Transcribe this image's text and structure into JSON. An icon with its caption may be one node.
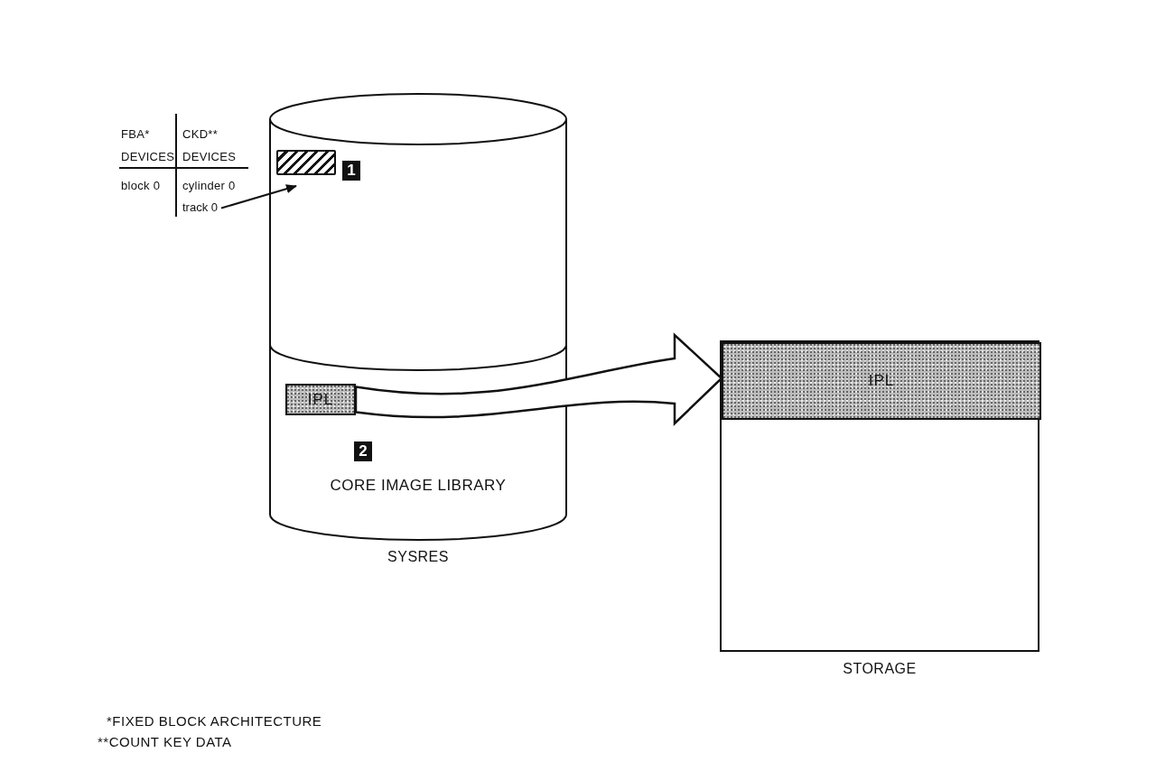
{
  "diagram": {
    "nodes": [
      {
        "text": [
          "SYSRES"
        ]
      },
      {
        "text": [],
        "shape": "box",
        "in": 0
      },
      {
        "text": [
          "track 0"
        ]
      },
      {
        "text": [
          "IPL"
        ],
        "in": 0
      },
      {
        "text": [
          "STORAGE"
        ]
      },
      {
        "text": [
          "IPL"
        ],
        "in": 4
      }
    ],
    "edges": [
      {
        "from": 2,
        "to": 1,
        "arrow": "to"
      },
      {
        "from": 3,
        "to": 5,
        "arrow": "to",
        "style": "thick"
      }
    ],
    "labels": [
      "FBA* DEVICES",
      "CKD** DEVICES",
      "block 0",
      "cylinder 0",
      "1",
      "2",
      "CORE IMAGE LIBRARY",
      "*FIXED BLOCK ARCHITECTURE",
      "**COUNT KEY DATA"
    ]
  }
}
